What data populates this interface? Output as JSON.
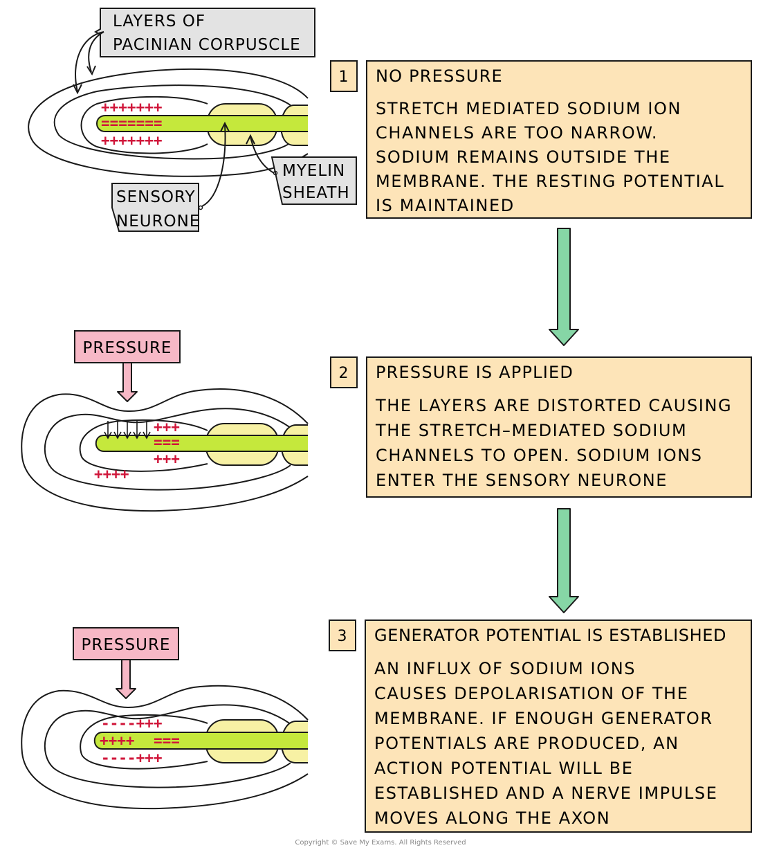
{
  "labels": {
    "layers_line1": "LAYERS OF",
    "layers_line2": "PACINIAN CORPUSCLE",
    "myelin_line1": "MYELIN",
    "myelin_line2": "SHEATH",
    "sensory_line1": "SENSORY",
    "sensory_line2": "NEURONE",
    "pressure_a": "PRESSURE",
    "pressure_b": "PRESSURE"
  },
  "charges": {
    "s1_top": "+++++++",
    "s1_mid": "=======",
    "s1_bot": "+++++++",
    "s2_top": "+++",
    "s2_mid": "===",
    "s2_bot": "+++",
    "s2_outer": "++++",
    "s3_top": "----+++",
    "s3_mid_plus": "++++",
    "s3_mid_eq": "===",
    "s3_bot": "----+++"
  },
  "steps": [
    {
      "number": "1",
      "heading": "NO PRESSURE",
      "lines": [
        "STRETCH MEDIATED SODIUM ION",
        "CHANNELS ARE TOO NARROW.",
        "SODIUM REMAINS OUTSIDE THE",
        "MEMBRANE. THE RESTING POTENTIAL",
        "IS MAINTAINED"
      ]
    },
    {
      "number": "2",
      "heading": "PRESSURE IS APPLIED",
      "lines": [
        "THE LAYERS ARE DISTORTED CAUSING",
        "THE STRETCH–MEDIATED SODIUM",
        "CHANNELS TO OPEN. SODIUM IONS",
        "ENTER THE SENSORY NEURONE"
      ]
    },
    {
      "number": "3",
      "heading": "GENERATOR POTENTIAL IS ESTABLISHED",
      "lines": [
        "AN INFLUX OF SODIUM IONS",
        "CAUSES DEPOLARISATION OF THE",
        "MEMBRANE. IF ENOUGH GENERATOR",
        "POTENTIALS ARE PRODUCED, AN",
        "ACTION POTENTIAL WILL BE",
        "ESTABLISHED AND A NERVE IMPULSE",
        "MOVES ALONG THE AXON"
      ]
    }
  ],
  "copyright": "Copyright © Save My Exams. All Rights Reserved",
  "colors": {
    "box_fill": "#fde4b8",
    "label_fill": "#e3e3e3",
    "pressure_fill": "#f7b8c6",
    "arrow_green": "#86d6a6",
    "axon_green": "#c5e83c",
    "myelin_yellow": "#f7f1a4",
    "charge_red": "#d0163a"
  }
}
